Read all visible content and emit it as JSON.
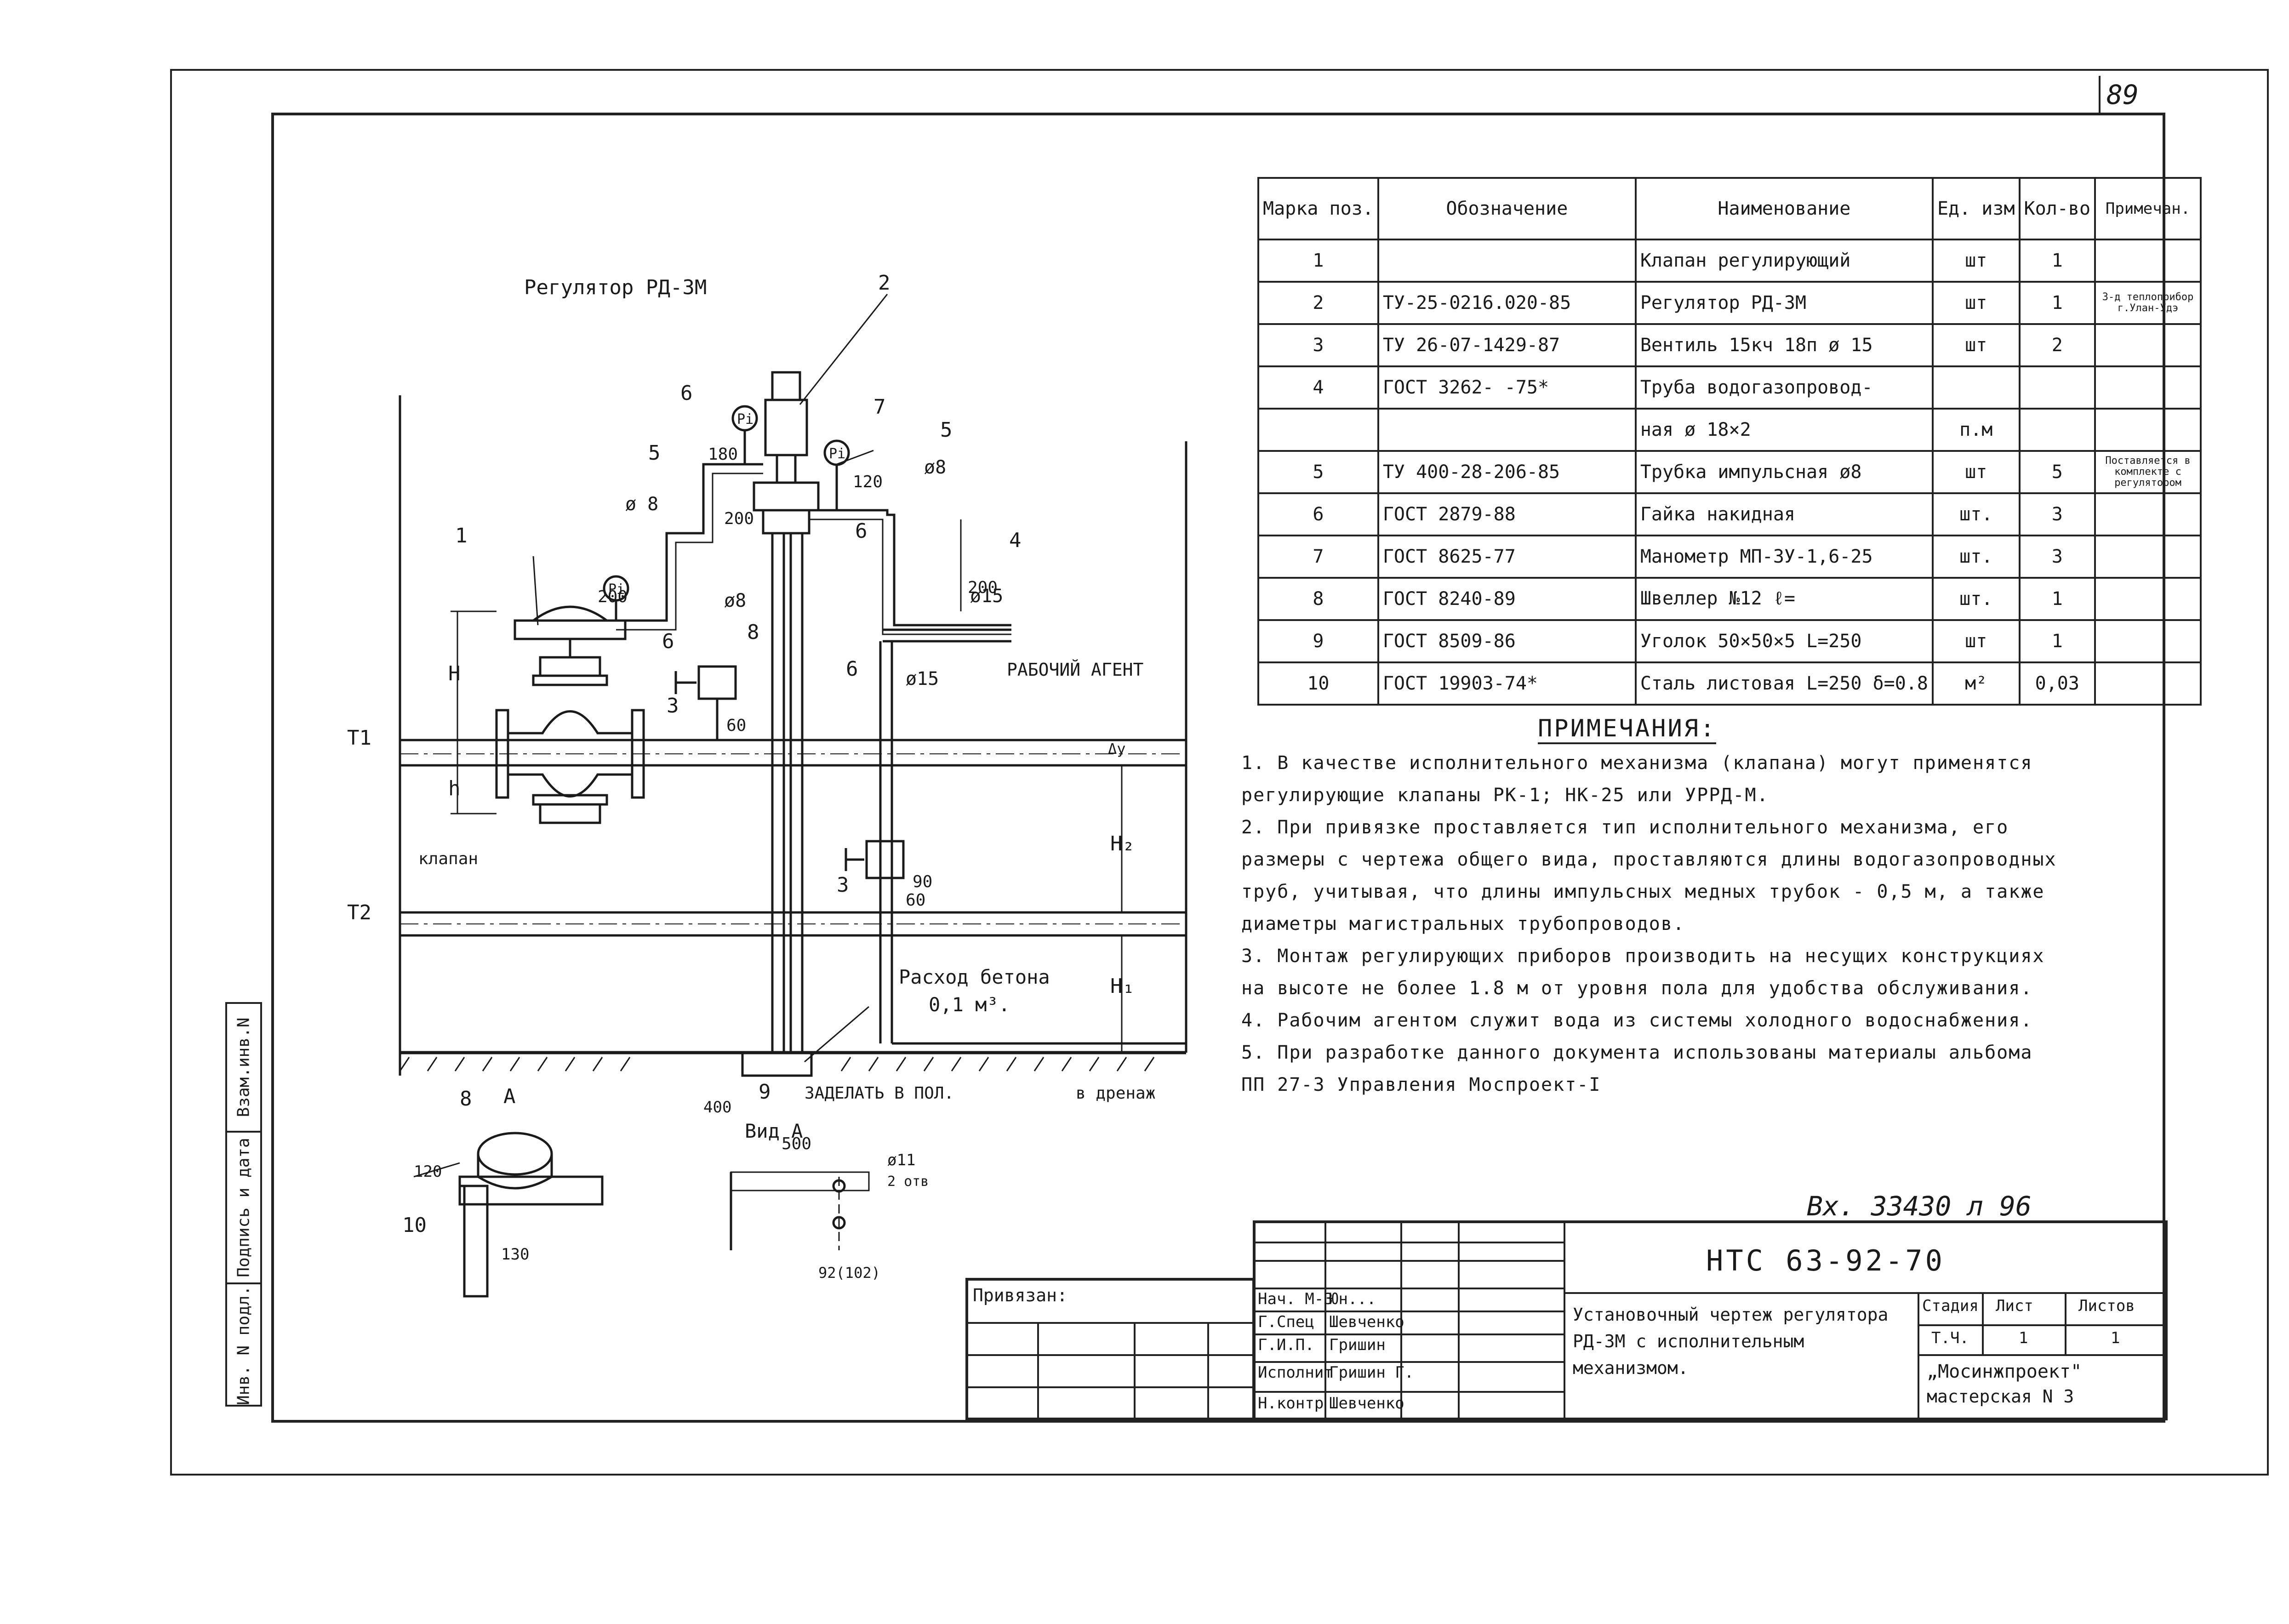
{
  "sheet_number": "89",
  "drawing_labels": {
    "regulator": "Регулятор РД-3М",
    "pos2": "2",
    "pos6a": "6",
    "pos5a": "5",
    "pos7": "7",
    "pos5b": "5",
    "pos1": "1",
    "pos6b": "6",
    "pos6c": "6",
    "pos8": "8",
    "pos4": "4",
    "pos3": "3",
    "pos9": "9",
    "pos8b": "8",
    "pos10": "10",
    "dim180": "180",
    "dim120a": "120",
    "dim200a": "200",
    "dim200b": "200",
    "dim200c": "200",
    "dim60": "60",
    "dim90": "90",
    "dim60b": "60",
    "d8a": "ø 8",
    "d8b": "ø8",
    "d8c": "ø8",
    "d15a": "ø15",
    "d15b": "ø15",
    "pi": "Pi",
    "H": "H",
    "h": "h",
    "H1": "H₁",
    "H2": "H₂",
    "dy": "Δy",
    "T1": "T1",
    "T2": "T2",
    "working_agent": "РАБОЧИЙ АГЕНТ",
    "valve": "клапан",
    "concrete_title": "Расход бетона",
    "concrete_value": "0,1   м³.",
    "drain": "в дренаж",
    "embed": "ЗАДЕЛАТЬ В ПОЛ.",
    "dim400": "400",
    "view_A_arrow": "А",
    "view_A": "Вид А",
    "dim500": "500",
    "d11": "ø11",
    "holes": "2 отв",
    "dim92": "92(102)",
    "dim120b": "120",
    "dim130": "130"
  },
  "spec_table": {
    "headers": [
      "Марка поз.",
      "Обозначение",
      "Наименование",
      "Ед. изм",
      "Кол-во",
      "Примечан."
    ],
    "rows": [
      [
        "1",
        "",
        "Клапан регулирующий",
        "шт",
        "1",
        ""
      ],
      [
        "2",
        "ТУ-25-0216.020-85",
        "Регулятор РД-3М",
        "шт",
        "1",
        "З-д теплоприбор г.Улан-Удэ"
      ],
      [
        "3",
        "ТУ 26-07-1429-87",
        "Вентиль 15кч 18п ø 15",
        "шт",
        "2",
        ""
      ],
      [
        "4",
        "ГОСТ 3262-   -75*",
        "Труба водогазопровод-",
        "",
        "",
        ""
      ],
      [
        "",
        "",
        "ная  ø 18×2",
        "п.м",
        "",
        ""
      ],
      [
        "5",
        "ТУ 400-28-206-85",
        "Трубка импульсная ø8",
        "шт",
        "5",
        "Поставляется в комплекте с регулятором"
      ],
      [
        "6",
        "ГОСТ 2879-88",
        "Гайка накидная",
        "шт.",
        "3",
        ""
      ],
      [
        "7",
        "ГОСТ 8625-77",
        "Манометр МП-3У-1,6-25",
        "шт.",
        "3",
        ""
      ],
      [
        "8",
        "ГОСТ 8240-89",
        "Швеллер №12 ℓ=",
        "шт.",
        "1",
        ""
      ],
      [
        "9",
        "ГОСТ 8509-86",
        "Уголок 50×50×5 L=250",
        "шт",
        "1",
        ""
      ],
      [
        "10",
        "ГОСТ 19903-74*",
        "Сталь листовая L=250 δ=0.8",
        "м²",
        "0,03",
        ""
      ]
    ]
  },
  "notes": {
    "title": "ПРИМЕЧАНИЯ:",
    "items": [
      "1. В качестве исполнительного механизма (клапана) могут применятся регулирующие клапаны РК-1; НК-25 или УРРД-М.",
      "2. При привязке проставляется тип исполнительного механизма, его размеры с чертежа общего вида, проставляются длины водогазопроводных труб, учитывая, что длины импульсных медных трубок - 0,5 м, а также диаметры магистральных трубопроводов.",
      "3. Монтаж регулирующих приборов производить на несущих конструкциях на высоте не более 1.8 м от уровня пола для удобства обслуживания.",
      "4. Рабочим агентом служит вода из системы холодного водоснабжения.",
      "5. При разработке данного документа использованы материалы альбома ПП 27-3 Управления Моспроект-I"
    ]
  },
  "archive_no": "Вх. 33430 л 96",
  "stamp_column": [
    "Взам.инв.N",
    "Подпись и дата",
    "Инв. N подл."
  ],
  "binding": {
    "label": "Привязан:"
  },
  "title_block": {
    "code": "НТС 63-92-70",
    "title": "Установочный чертеж регулятора РД-3М с исполнительным механизмом.",
    "stage_hdr": "Стадия",
    "sheet_hdr": "Лист",
    "sheets_hdr": "Листов",
    "stage": "Т.Ч.",
    "sheet": "1",
    "sheets": "1",
    "org_line1": "„Мосинжпроект\"",
    "org_line2": "мастерская N 3",
    "roles": [
      "Нач. М-3",
      "Г.Спец",
      "Г.И.П.",
      "Исполнит",
      "",
      "Н.контр"
    ],
    "names": [
      "Юн...",
      "Шевченко",
      "Гришин",
      "Гришин Г.",
      "",
      "Шевченко"
    ]
  }
}
